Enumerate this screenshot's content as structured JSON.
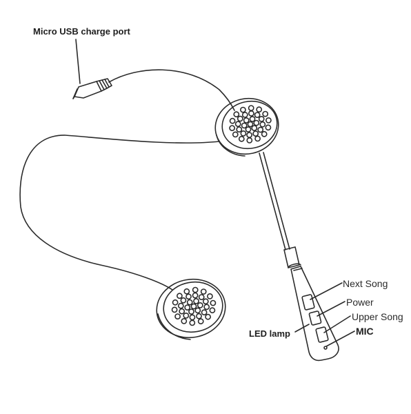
{
  "labels": {
    "usb_port": "Micro USB charge port",
    "next_song": "Next Song",
    "power": "Power",
    "upper_song": "Upper Song",
    "mic": "MIC",
    "led_lamp": "LED lamp"
  },
  "colors": {
    "line": "#2b2b2b",
    "text": "#1e1e1e"
  }
}
